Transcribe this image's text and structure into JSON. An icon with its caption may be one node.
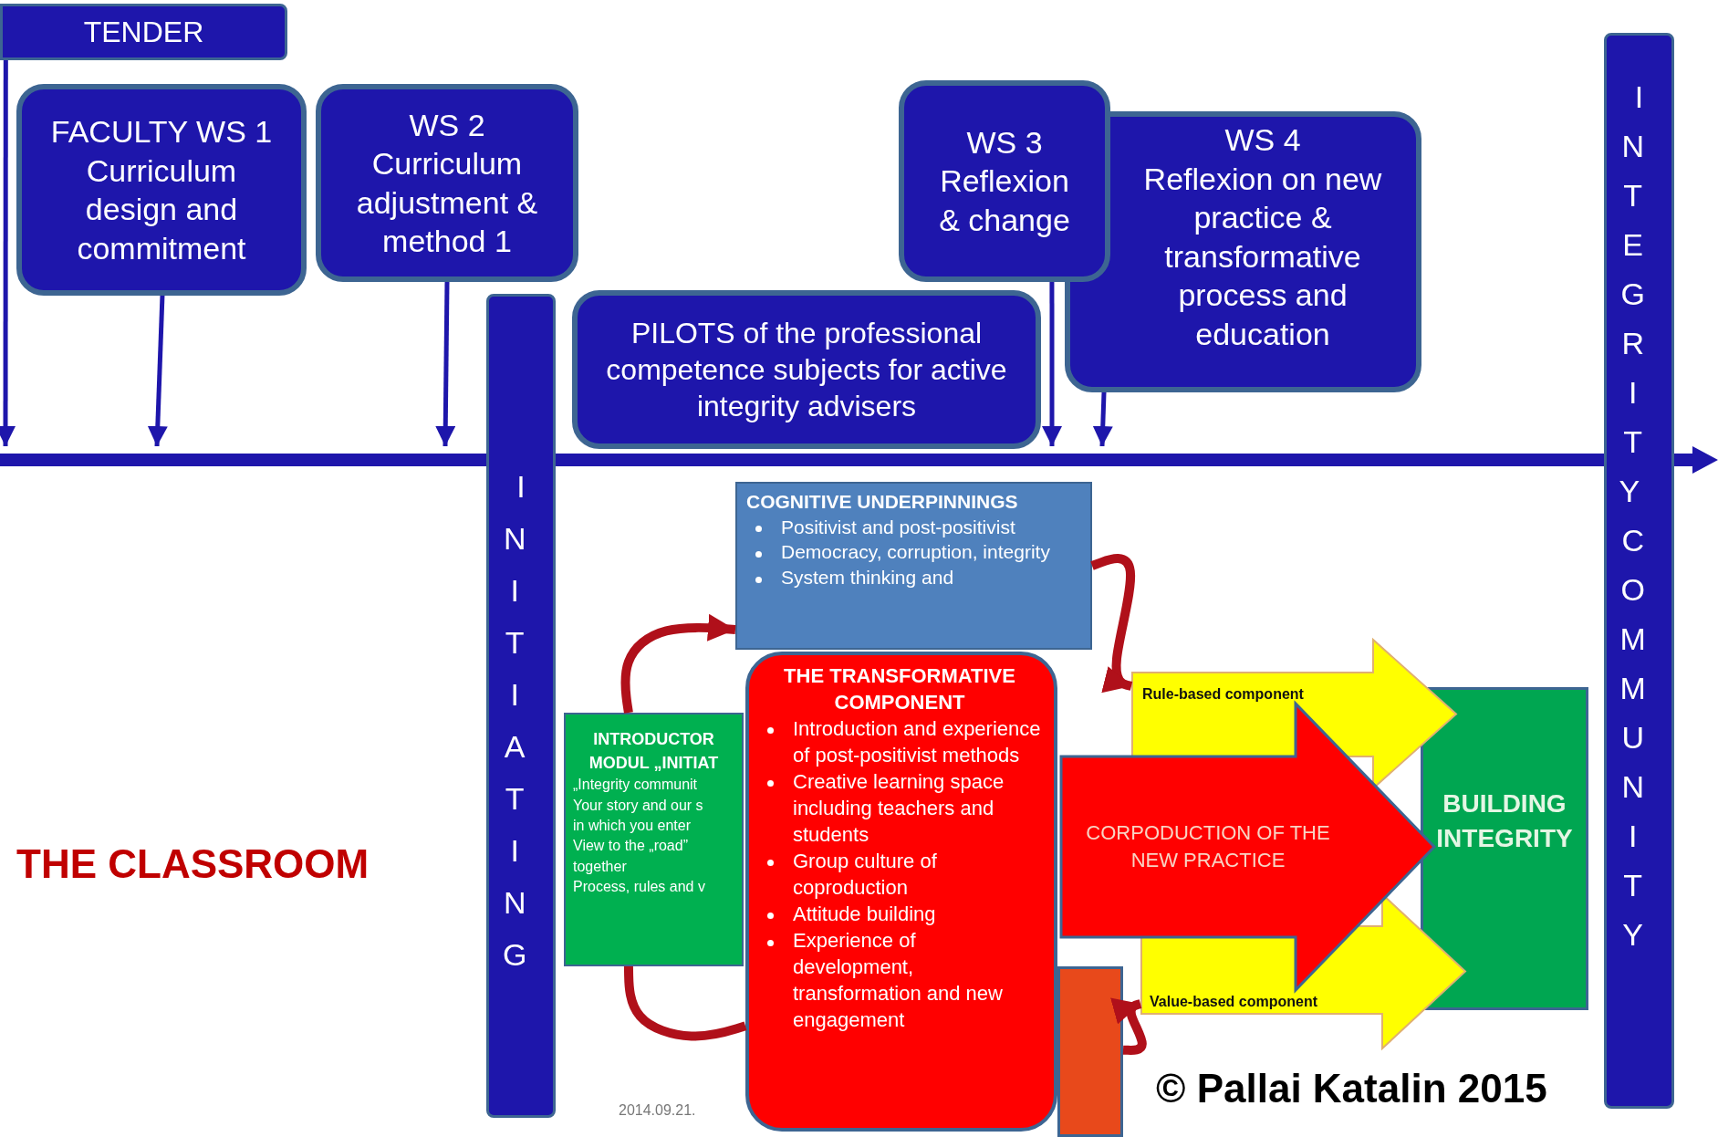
{
  "diagram": {
    "nodes": [
      {
        "text": [
          "TENDER"
        ]
      },
      {
        "text": [
          "FACULTY WS 1",
          "Curriculum design and commitment"
        ]
      },
      {
        "text": [
          "WS 2",
          "Curriculum adjustment & method 1"
        ]
      },
      {
        "text": [
          "INITIATING"
        ]
      },
      {
        "text": [
          "PILOTS of the professional competence subjects for active integrity advisers"
        ]
      },
      {
        "text": [
          "WS 3",
          "Reflexion & change"
        ]
      },
      {
        "text": [
          "WS 4",
          "Reflexion on new practice & transformative process and education"
        ]
      },
      {
        "text": [
          "INTEGRITY COMMUNITY"
        ]
      },
      {
        "text": [],
        "shape": "bar"
      },
      {
        "text": [
          "COGNITIVE UNDERPINNINGS",
          "Positivist and post-positivist",
          "Democracy, corruption, integrity",
          "System thinking and"
        ]
      },
      {
        "text": [
          "INTRODUCTOR MODUL „INITIAT",
          "„Integrity communit",
          "Your story and our s",
          "in which you enter",
          "View to the „road” together",
          "Process, rules and v"
        ]
      },
      {
        "text": [],
        "shape": "box"
      },
      {
        "text": [
          "Rule-based component"
        ]
      },
      {
        "text": [
          "Value-based component"
        ]
      },
      {
        "text": [
          "CORPODUCTION OF THE NEW PRACTICE"
        ]
      },
      {
        "text": [
          "BUILDING INTEGRITY"
        ]
      },
      {
        "text": [
          "THE TRANSFORMATIVE COMPONENT",
          "Introduction and experience of post-positivist methods",
          "Creative learning space including teachers and students",
          "Group culture of coproduction",
          "Attitude building",
          "Experience of development, transformation and new engagement"
        ]
      }
    ],
    "edges": [
      {
        "from": 0,
        "to": 8,
        "arrow": "to"
      },
      {
        "from": 1,
        "to": 8,
        "arrow": "to"
      },
      {
        "from": 2,
        "to": 8,
        "arrow": "to"
      },
      {
        "from": 5,
        "to": 8,
        "arrow": "to"
      },
      {
        "from": 6,
        "to": 8,
        "arrow": "to"
      },
      {
        "from": 10,
        "to": 9,
        "arrow": "to",
        "style": "thick",
        "color": "#b0101a"
      },
      {
        "from": 9,
        "to": 12,
        "arrow": "to",
        "style": "thick",
        "color": "#b0101a"
      },
      {
        "from": 11,
        "to": 13,
        "arrow": "to",
        "style": "thick",
        "color": "#b0101a"
      },
      {
        "from": 10,
        "to": 16,
        "arrow": "none",
        "style": "thick",
        "color": "#b0101a"
      }
    ],
    "labels": [
      "THE CLASSROOM",
      "© Pallai Katalin 2015",
      "2014.09.21."
    ]
  }
}
